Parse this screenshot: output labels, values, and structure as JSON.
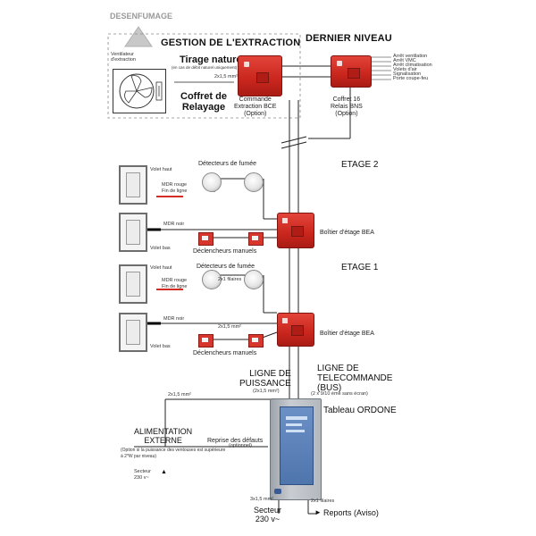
{
  "title": {
    "desenfumage": "DESENFUMAGE",
    "gestion": "GESTION DE L'EXTRACTION",
    "dernier_niveau": "DERNIER NIVEAU"
  },
  "extraction": {
    "ventilateur": "Ventilateur\nd'extraction",
    "tirage_naturel": "Tirage naturel",
    "tirage_sub": "(en cas de débit naturel uniquement)",
    "coffret_relayage": "Coffret de\nRelayage",
    "cable_2x15": "2x1,5 mm²",
    "commande_label": "Commande\nExtraction BCE\n(Option)",
    "coffret16_label": "Coffret 16\nRelais BNS\n(Option)",
    "outputs": [
      "Arrêt ventilation",
      "Arrêt VMC",
      "Arrêt climatisation",
      "Volets d'air",
      "Signalisation",
      "Porte coupe-feu"
    ]
  },
  "etage2": {
    "label": "ETAGE 2",
    "volet_haut": "Volet haut",
    "volet_bas": "Volet bas",
    "mdr_rouge": "MDR rouge",
    "fin_de_ligne": "Fin de ligne",
    "mdr_noir": "MDR noir",
    "detecteurs": "Détecteurs de fumée",
    "declencheurs": "Déclencheurs manuels",
    "boitier": "Boîtier d'étage BEA"
  },
  "etage1": {
    "label": "ETAGE 1",
    "volet_haut": "Volet haut",
    "volet_bas": "Volet bas",
    "mdr_rouge": "MDR rouge",
    "fin_de_ligne": "Fin de ligne",
    "mdr_noir": "MDR noir",
    "detecteurs": "Détecteurs de fumée",
    "declencheurs": "Déclencheurs manuels",
    "boitier": "Boîtier d'étage BEA",
    "cable_2x1": "2x1 filaires",
    "cable_2x15": "2x1,5 mm²"
  },
  "lignes": {
    "puissance": "LIGNE DE\nPUISSANCE",
    "puissance_sub": "(2x1,5 mm²)",
    "telecommande": "LIGNE DE\nTELECOMMANDE\n(BUS)",
    "telecommande_sub": "(2 x 9/10 ème sans écran)",
    "cable_ext": "2x1,5 mm²"
  },
  "tableau": {
    "label": "Tableau ORDONE",
    "alimentation": "ALIMENTATION\nEXTERNE",
    "alim_sub": "(Option si la puissance des ventouses est supérieure\nà 2*W par niveau)",
    "secteur_ext": "Secteur\n230 v~",
    "reprise": "Reprise des défauts",
    "reprise_sub": "(optionnel)",
    "cable_3x15": "3x1,5 mm²",
    "secteur": "Secteur\n230 v~",
    "reports": "Reports (Aviso)",
    "cable_report": "2x1 filaires"
  },
  "colors": {
    "red": "#d42e24",
    "lcd": "#5f84bd",
    "panel": "#b7bcc2"
  }
}
